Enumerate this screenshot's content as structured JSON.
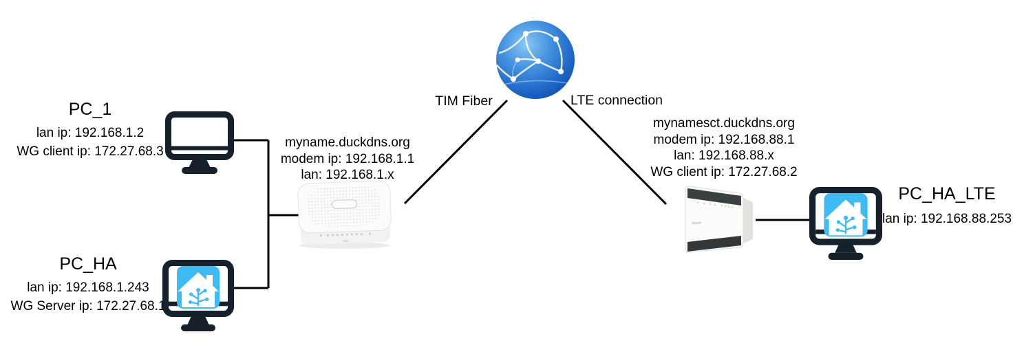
{
  "nodes": {
    "pc1": {
      "title": "PC_1",
      "info": [
        "lan ip: 192.168.1.2",
        "WG client ip: 172.27.68.3"
      ]
    },
    "pc_ha": {
      "title": "PC_HA",
      "info": [
        "lan ip: 192.168.1.243",
        "WG Server ip: 172.27.68.1"
      ]
    },
    "fiber_modem": {
      "info": [
        "myname.duckdns.org",
        "modem ip: 192.168.1.1",
        "lan: 192.168.1.x"
      ]
    },
    "lte_modem": {
      "info": [
        "mynamesct.duckdns.org",
        "modem ip: 192.168.88.1",
        "lan: 192.168.88.x",
        "WG client ip: 172.27.68.2"
      ]
    },
    "pc_ha_lte": {
      "title": "PC_HA_LTE",
      "info": [
        "lan ip: 192.168.88.253"
      ]
    }
  },
  "links": {
    "fiber_label": "TIM Fiber",
    "lte_label": "LTE connection"
  },
  "icons": {
    "internet": "globe-network-icon",
    "pc1": "desktop-monitor-icon",
    "pc_ha": "desktop-monitor-home-assistant-icon",
    "pc_ha_lte": "desktop-monitor-home-assistant-icon",
    "fiber_modem": "fiber-modem-device-icon",
    "lte_modem": "lte-router-device-icon"
  },
  "colors": {
    "background": "#ffffff",
    "text": "#000000",
    "connector": "#000000",
    "monitor": "#17212b",
    "ha-blue": "#3fbbf4",
    "globe-light": "#8cc8f4",
    "globe-dark": "#0a45a0",
    "device-body": "#fbfbfa",
    "vent-dark": "#3b4043"
  }
}
